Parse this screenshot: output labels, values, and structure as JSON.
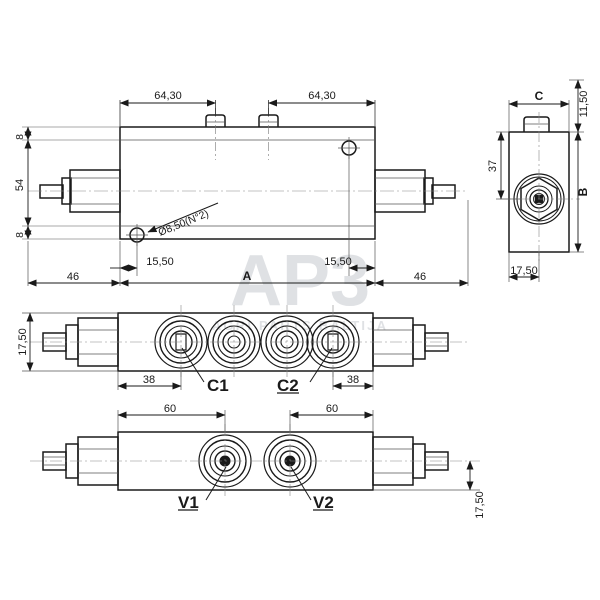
{
  "drawing": {
    "title": "Hydraulic valve block technical drawing",
    "background_color": "#ffffff",
    "line_color": "#1a1a1a",
    "thin_line_color": "#3a3a3a",
    "watermark": {
      "primary_text": "AP3",
      "secondary_text": "AGRI PARTS BALTIJA",
      "color": "#c9ccd1"
    }
  },
  "views": {
    "top": {
      "name": "top-view",
      "dimensions": {
        "top_left": "64,30",
        "top_right": "64,30",
        "left_upper": "8",
        "left_middle": "54",
        "left_lower": "8",
        "bottom_left_offset": "46",
        "bottom_left_hole": "15,50",
        "bottom_overall": "A",
        "bottom_right_hole": "15,50",
        "bottom_right_offset": "46"
      },
      "annotations": {
        "hole_callout": "Ø8,50(N°2)"
      }
    },
    "side": {
      "name": "side-view",
      "dimensions": {
        "width": "C",
        "top_right": "11,50",
        "left_inner": "37",
        "right_overall": "B",
        "bottom_left": "17,50"
      }
    },
    "front": {
      "name": "front-view",
      "dimensions": {
        "left_height": "17,50",
        "bottom_left": "38",
        "bottom_right": "38"
      },
      "port_labels": {
        "left": "C1",
        "right": "C2"
      }
    },
    "bottom": {
      "name": "bottom-view",
      "dimensions": {
        "top_left": "60",
        "top_right": "60",
        "right_height": "17,50"
      },
      "port_labels": {
        "left": "V1",
        "right": "V2"
      }
    }
  }
}
